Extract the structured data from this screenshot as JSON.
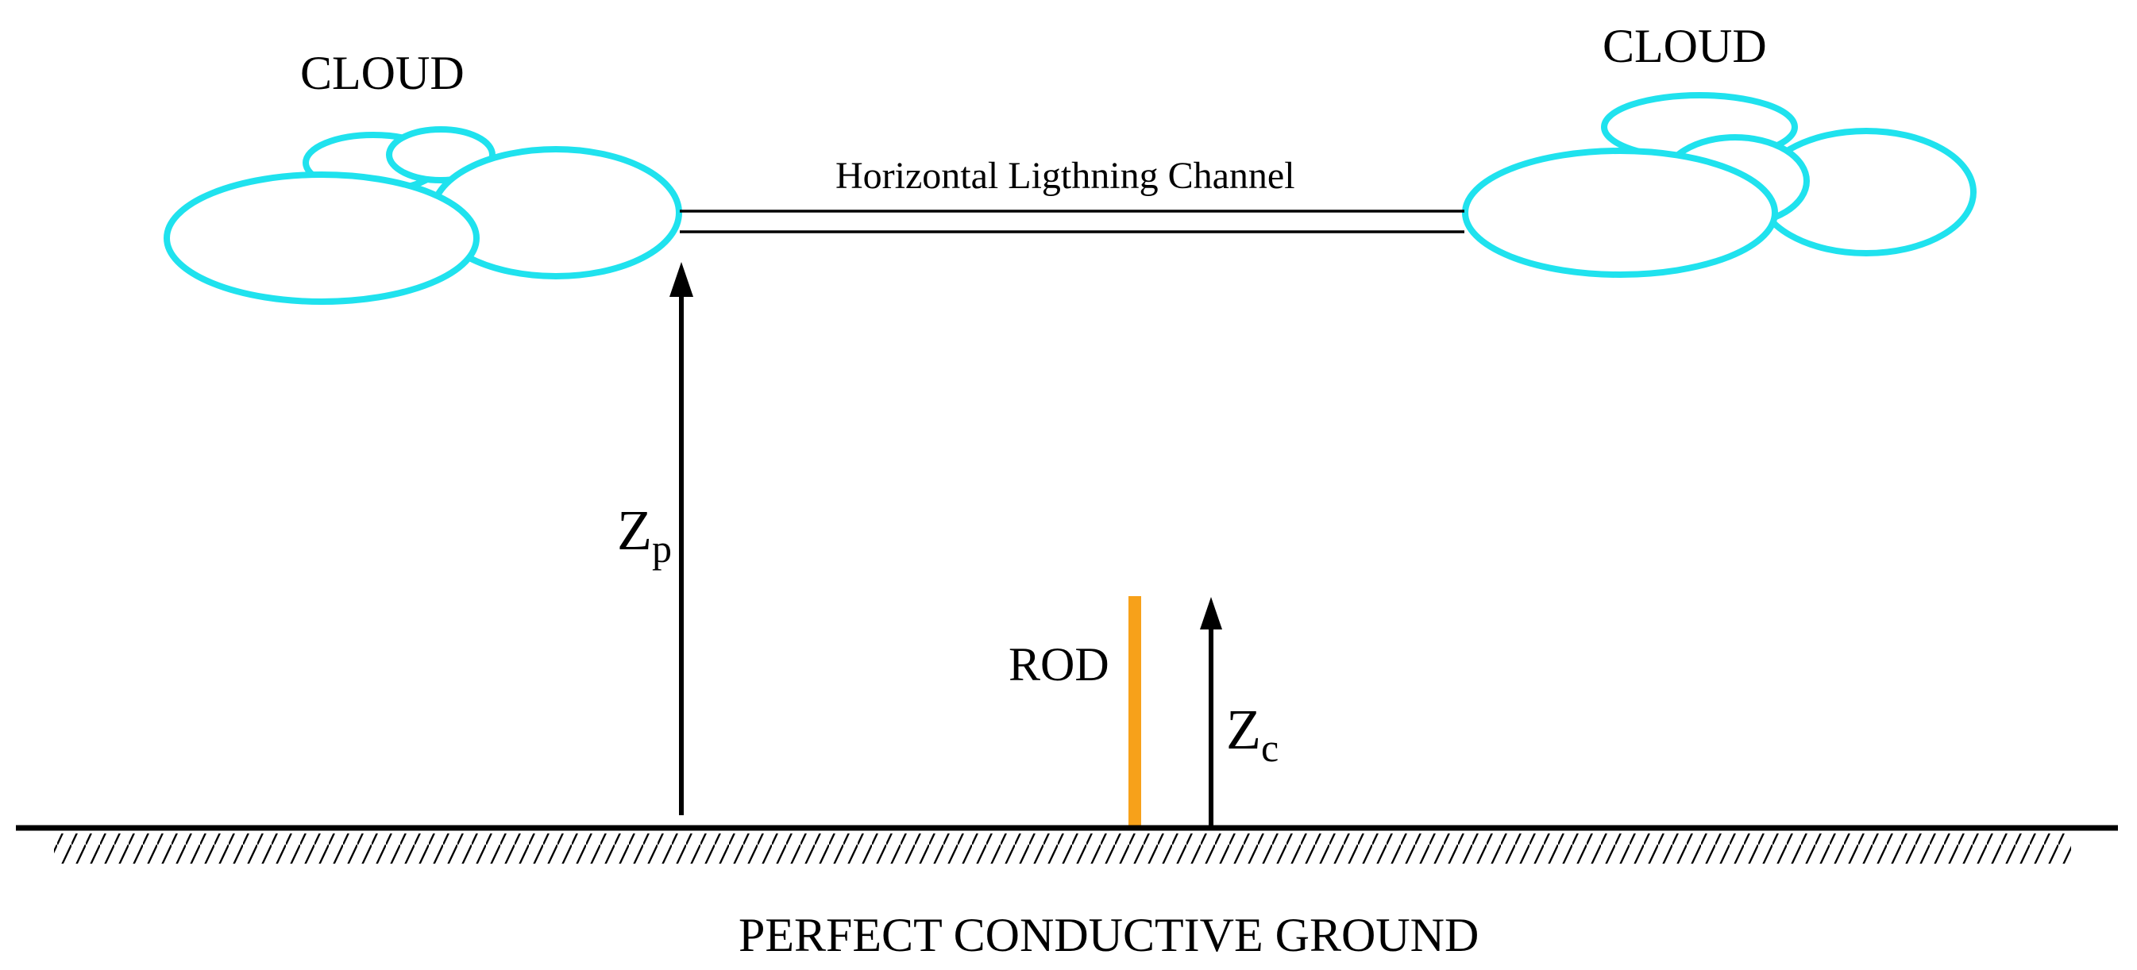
{
  "labels": {
    "cloud_left": "CLOUD",
    "cloud_right": "CLOUD",
    "channel": "Horizontal Ligthning Channel",
    "rod": "ROD",
    "ground": "PERFECT CONDUCTIVE GROUND",
    "zp_symbol": "Z",
    "zp_subscript": "p",
    "zc_symbol": "Z",
    "zc_subscript": "c"
  },
  "colors": {
    "cloud_outline": "#1fe2ee",
    "rod": "#f7a11a",
    "lines": "#000000",
    "background": "#ffffff"
  }
}
